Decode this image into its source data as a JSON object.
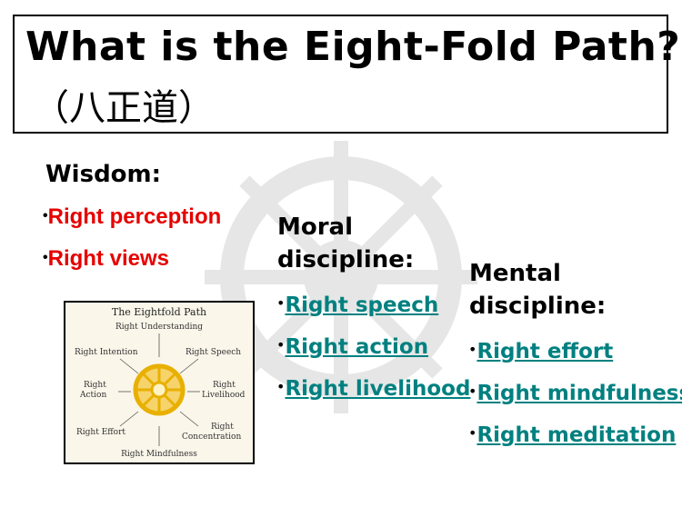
{
  "title": {
    "line1": "What is the Eight-Fold Path?",
    "line2": "（八正道）"
  },
  "wisdom": {
    "heading": "Wisdom:",
    "items": [
      "Right perception",
      "Right views"
    ]
  },
  "moral": {
    "heading_line1": "Moral",
    "heading_line2": "discipline:",
    "items": [
      "Right speech",
      "Right action",
      "Right livelihood"
    ]
  },
  "mental": {
    "heading_line1": "Mental",
    "heading_line2": "discipline:",
    "items": [
      "Right effort",
      "Right mindfulness",
      "Right meditation"
    ]
  },
  "bullet": "•",
  "diagram": {
    "title": "The Eightfold Path",
    "labels": {
      "top": "Right Understanding",
      "upper_left": "Right Intention",
      "upper_right": "Right Speech",
      "left_1": "Right",
      "left_2": "Action",
      "right_1": "Right",
      "right_2": "Livelihood",
      "lower_left": "Right Effort",
      "lower_right_1": "Right",
      "lower_right_2": "Concentration",
      "bottom": "Right Mindfulness"
    }
  },
  "colors": {
    "wisdom_items": "#e60000",
    "link_items": "#008080",
    "wheel_bg": "#e6e6e6",
    "wheel_gold": "#e8b000"
  },
  "icons": {
    "background": "dharma-wheel-icon",
    "diagram_center": "dharma-wheel-icon"
  }
}
